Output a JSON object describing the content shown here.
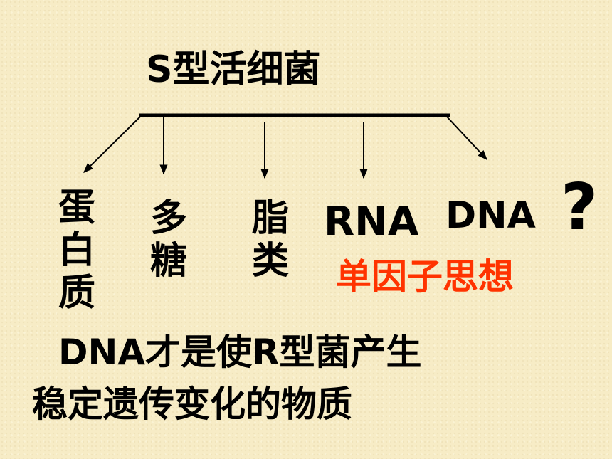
{
  "title": "S型活细菌",
  "components": [
    {
      "id": "protein",
      "chars": [
        "蛋",
        "白",
        "质"
      ]
    },
    {
      "id": "polysaccharide",
      "chars": [
        "多",
        "糖"
      ]
    },
    {
      "id": "lipid",
      "chars": [
        "脂",
        "类"
      ]
    },
    {
      "id": "rna",
      "label": "RNA"
    },
    {
      "id": "dna",
      "label": "DNA"
    }
  ],
  "question_mark": "?",
  "method_note": "单因子思想",
  "conclusion": {
    "line1": "DNA才是使R型菌产生",
    "line2": "稳定遗传变化的物质"
  },
  "colors": {
    "background": "#f7ecc6",
    "text": "#000000",
    "highlight": "#ff3300"
  }
}
